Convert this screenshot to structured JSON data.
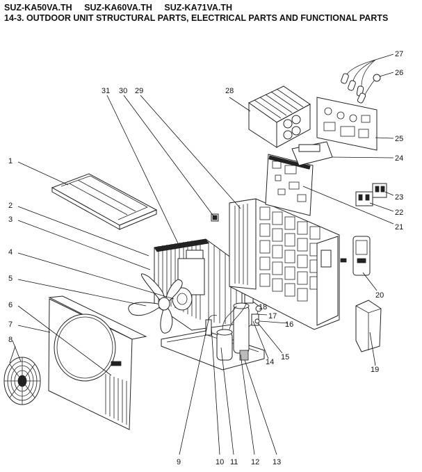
{
  "header": {
    "models": [
      "SUZ-KA50VA.TH",
      "SUZ-KA60VA.TH",
      "SUZ-KA71VA.TH"
    ],
    "section_title": "14-3. OUTDOOR UNIT STRUCTURAL PARTS, ELECTRICAL PARTS AND FUNCTIONAL PARTS"
  },
  "callouts": [
    "1",
    "2",
    "3",
    "4",
    "5",
    "6",
    "7",
    "8",
    "9",
    "10",
    "11",
    "12",
    "13",
    "14",
    "15",
    "16",
    "17",
    "18",
    "19",
    "20",
    "21",
    "22",
    "23",
    "24",
    "25",
    "26",
    "27",
    "28",
    "29",
    "30",
    "31"
  ]
}
